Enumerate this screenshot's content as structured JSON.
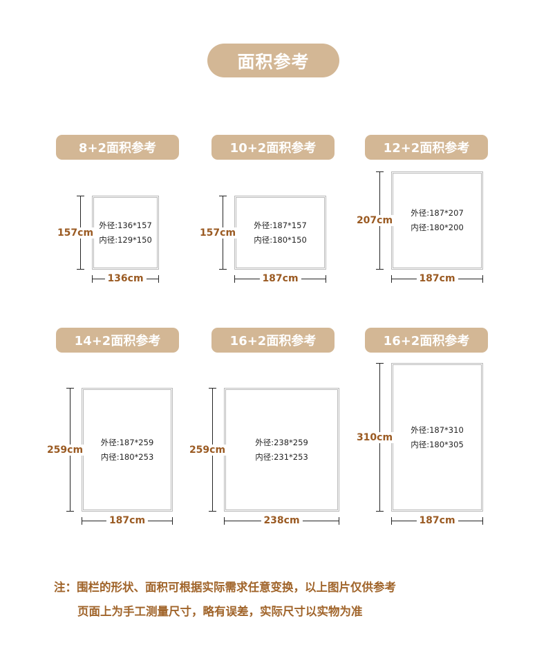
{
  "title": "面积参考",
  "cards": [
    {
      "title": "8+2面积参考",
      "height_label": "157cm",
      "width_label": "136cm",
      "outer": "外径:136*157",
      "inner": "内径:129*150"
    },
    {
      "title": "10+2面积参考",
      "height_label": "157cm",
      "width_label": "187cm",
      "outer": "外径:187*157",
      "inner": "内径:180*150"
    },
    {
      "title": "12+2面积参考",
      "height_label": "207cm",
      "width_label": "187cm",
      "outer": "外径:187*207",
      "inner": "内径:180*200"
    },
    {
      "title": "14+2面积参考",
      "height_label": "259cm",
      "width_label": "187cm",
      "outer": "外径:187*259",
      "inner": "内径:180*253"
    },
    {
      "title": "16+2面积参考",
      "height_label": "259cm",
      "width_label": "238cm",
      "outer": "外径:238*259",
      "inner": "内径:231*253"
    },
    {
      "title": "16+2面积参考",
      "height_label": "310cm",
      "width_label": "187cm",
      "outer": "外径:187*310",
      "inner": "内径:180*305"
    }
  ],
  "notes": [
    "注：围栏的形状、面积可根据实际需求任意变换，以上图片仅供参考",
    "页面上为手工测量尺寸，略有误差，实际尺寸以实物为准"
  ]
}
